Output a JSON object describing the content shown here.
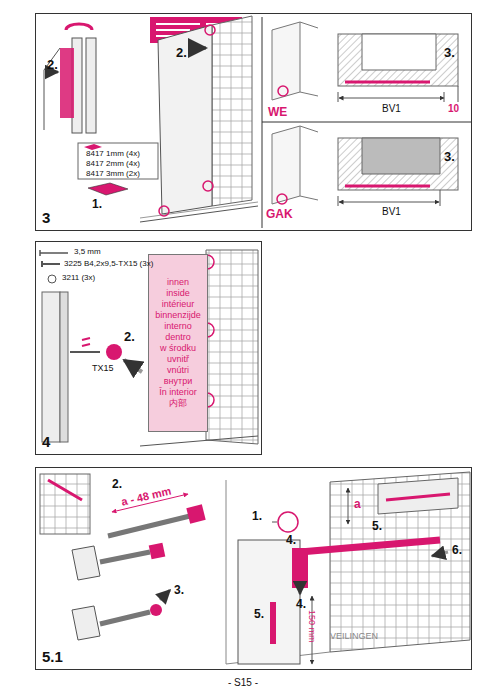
{
  "diagram": {
    "nodes": [
      {
        "text": [
          "3"
        ]
      },
      {
        "text": [
          "4"
        ]
      },
      {
        "text": [
          "innen",
          "inside",
          "intérieur",
          "binnenzijde",
          "interno",
          "dentro",
          "w środku",
          "uvnitř",
          "vnútri",
          "внутри",
          "În interior",
          "内部"
        ],
        "in": 1
      },
      {
        "text": [
          "5.1"
        ]
      }
    ],
    "labels": [
      "2.",
      "2.",
      "8417 1mm (4x)",
      "8417 2mm (4x)",
      "8417 3mm (2x)",
      "1.",
      "WE",
      "3.",
      "BV1",
      "10",
      "GAK",
      "3.",
      "BV1",
      "3,5 mm",
      "3225 B4,2x9,5-TX15 (3x)",
      "3211 (3x)",
      "2.",
      "TX15",
      "2.",
      "a - 48 mm",
      "3.",
      "1.",
      "a",
      "5.",
      "6.",
      "4.",
      "4.",
      "5.",
      "150 mm",
      "VEILINGEN",
      "- S15 -"
    ]
  }
}
